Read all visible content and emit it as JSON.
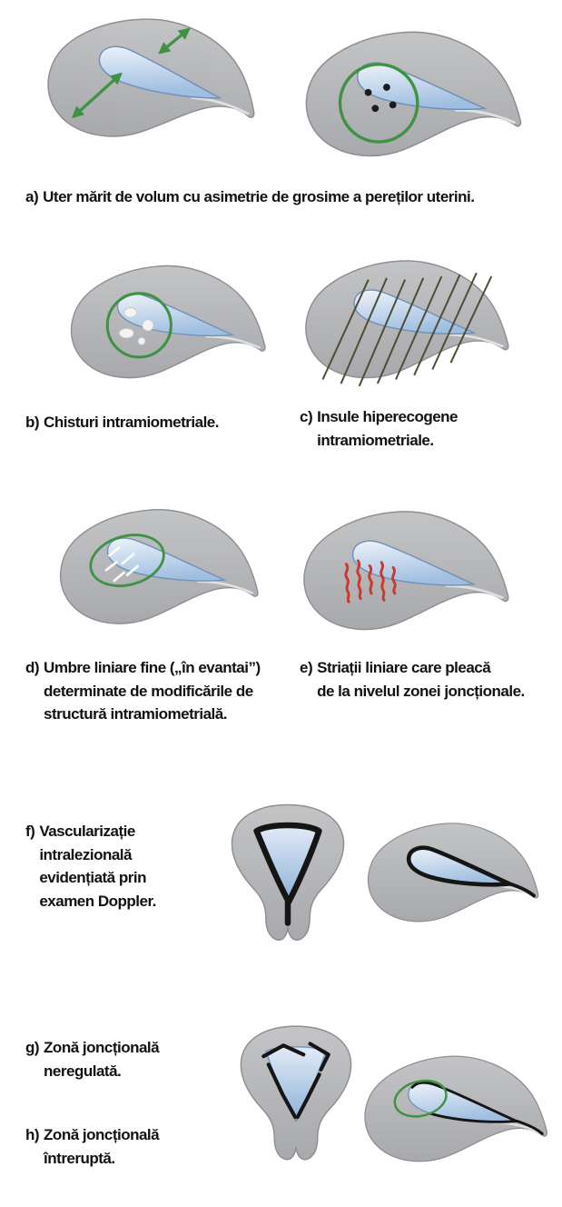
{
  "colors": {
    "uterus_gray": "#b5b6b8",
    "cavity_blue": "#b9d0e9",
    "annotation_green": "#3f9243",
    "striation_red": "#ce372a",
    "outline_black": "#151515"
  },
  "captions": [
    {
      "label": "a)",
      "text": "Uter mărit de volum cu asimetrie de grosime a pereților uterini."
    },
    {
      "label": "b)",
      "text": "Chisturi intramiometriale."
    },
    {
      "label": "c)",
      "text": "Insule hiperecogene\nintramiometriale."
    },
    {
      "label": "d)",
      "text": "Umbre liniare fine („în evantai”)\ndeterminate de modificările de\nstructură intramiometrială."
    },
    {
      "label": "e)",
      "text": "Striații liniare care pleacă\nde la nivelul zonei joncționale."
    },
    {
      "label": "f)",
      "text": "Vascularizație\nintralezională\nevidențiată prin\nexamen Doppler."
    },
    {
      "label": "g)",
      "text": "Zonă joncțională\nneregulată."
    },
    {
      "label": "h)",
      "text": "Zonă joncțională\nîntreruptă."
    }
  ]
}
